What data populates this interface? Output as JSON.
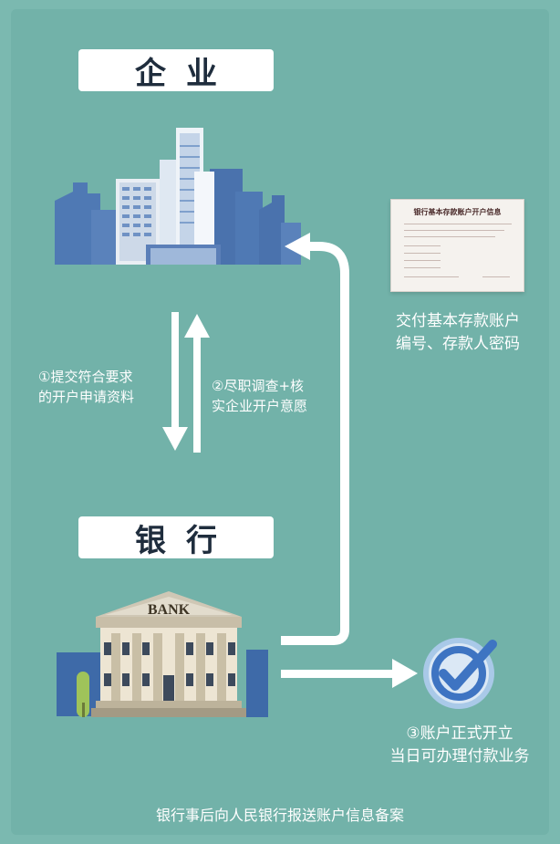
{
  "enterprise": {
    "title": "企业"
  },
  "bank": {
    "title": "银行",
    "building_sign": "BANK"
  },
  "steps": {
    "step1": {
      "line1": "①提交符合要求",
      "line2": "的开户申请资料"
    },
    "step2": {
      "line1": "②尽职调查+核",
      "line2": "实企业开户意愿"
    },
    "step3": {
      "line1": "③账户正式开立",
      "line2": "当日可办理付款业务"
    }
  },
  "certificate": {
    "title": "银行基本存款账户开户信息",
    "caption_line1": "交付基本存款账户",
    "caption_line2": "编号、存款人密码"
  },
  "footer": {
    "note": "银行事后向人民银行报送账户信息备案"
  },
  "colors": {
    "background": "#7bb9b0",
    "building_blue": "#3e6aa8",
    "arrow": "#ffffff",
    "check_ring": "#a9c9e8",
    "check_inner": "#3e74c2"
  },
  "icons": [
    "city-skyline-icon",
    "bank-building-icon",
    "certificate-icon",
    "check-circle-icon",
    "arrow-down-icon",
    "arrow-up-icon"
  ]
}
